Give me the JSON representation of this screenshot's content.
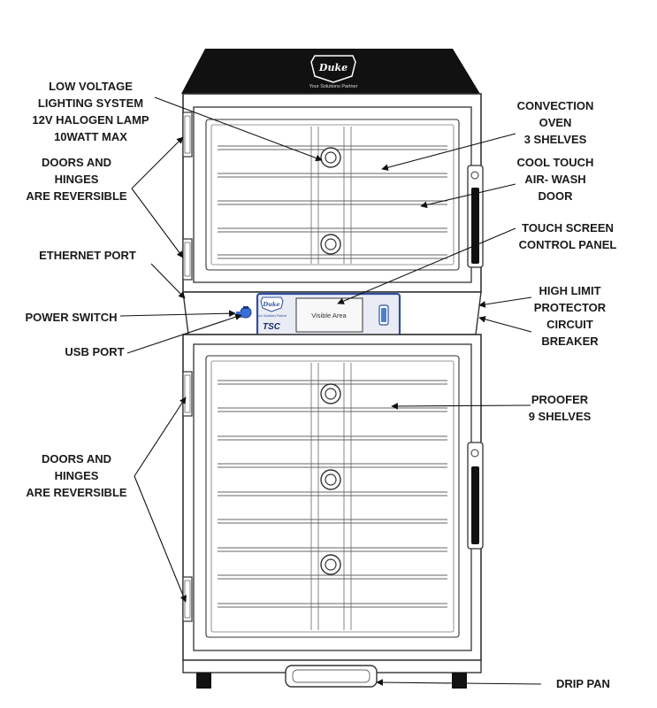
{
  "brand": {
    "logo_text": "Duke",
    "top_tagline": "Your Solutions Partner",
    "panel_tagline": "Your Solutions Partner",
    "model_text": "TSC",
    "screen_text": "Visible Area"
  },
  "labels": {
    "lighting": [
      "LOW VOLTAGE",
      "LIGHTING SYSTEM",
      "12V HALOGEN LAMP",
      "10WATT MAX"
    ],
    "doors_upper": [
      "DOORS AND",
      "HINGES",
      "ARE REVERSIBLE"
    ],
    "ethernet": [
      "ETHERNET PORT"
    ],
    "power_switch": [
      "POWER SWITCH"
    ],
    "usb_port": [
      "USB PORT"
    ],
    "doors_lower": [
      "DOORS AND",
      "HINGES",
      "ARE REVERSIBLE"
    ],
    "convection": [
      "CONVECTION",
      "OVEN",
      "3 SHELVES"
    ],
    "cool_touch": [
      "COOL TOUCH",
      "AIR- WASH",
      "DOOR"
    ],
    "touch_screen": [
      "TOUCH SCREEN",
      "CONTROL PANEL"
    ],
    "high_limit": [
      "HIGH LIMIT",
      "PROTECTOR",
      "CIRCUIT",
      "BREAKER"
    ],
    "proofer": [
      "PROOFER",
      "9 SHELVES"
    ],
    "drip_pan": [
      "DRIP PAN"
    ]
  },
  "colors": {
    "cabinet_top": "#111111",
    "control_panel_border": "#2f4fa0",
    "usb_icon": "#3a6fd8",
    "outline": "#333333"
  }
}
